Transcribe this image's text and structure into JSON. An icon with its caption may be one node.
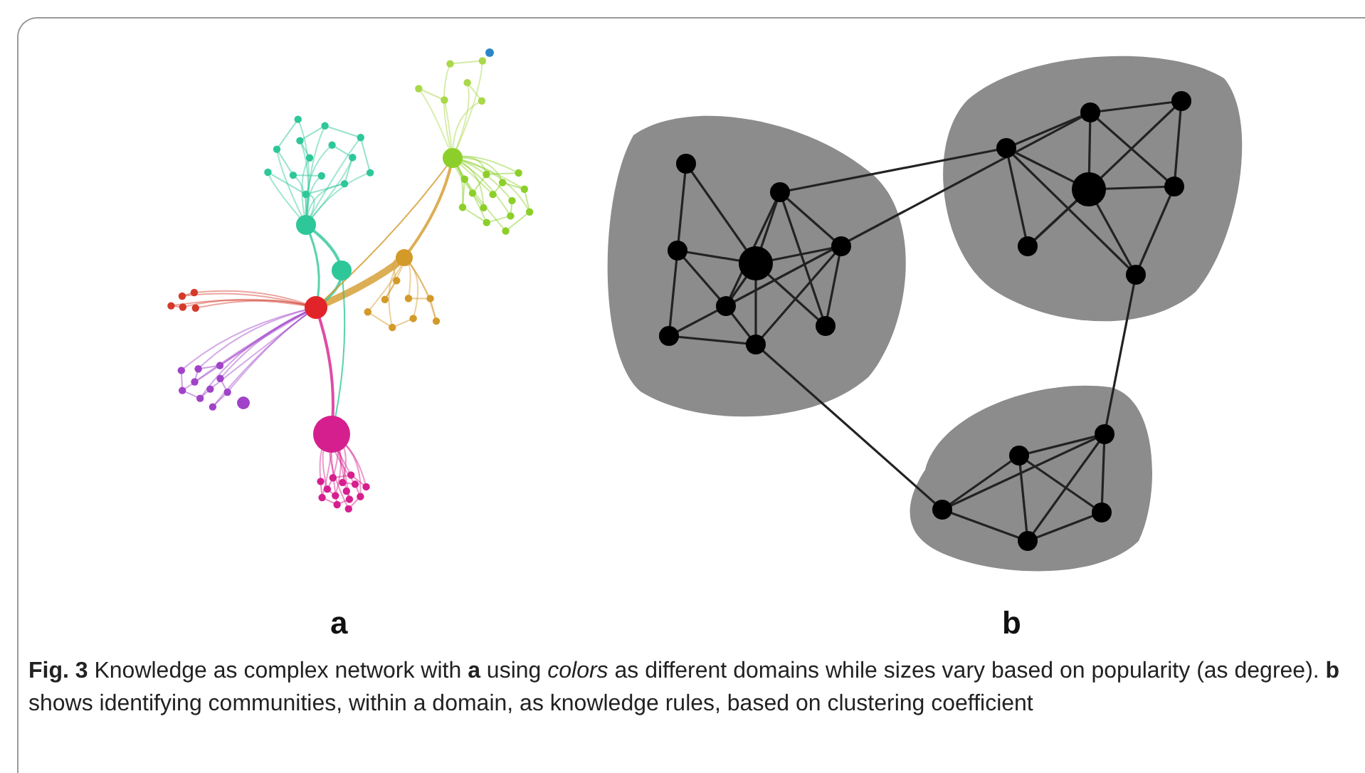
{
  "diagram": {
    "caption": "**Fig. 3** Knowledge as complex network with **a** using *colors* as different domains while sizes vary based on popularity (as degree). **b** shows identifying communities, within a domain, as knowledge rules, based on clustering coefficient",
    "labels": [
      "a",
      "b"
    ]
  }
}
